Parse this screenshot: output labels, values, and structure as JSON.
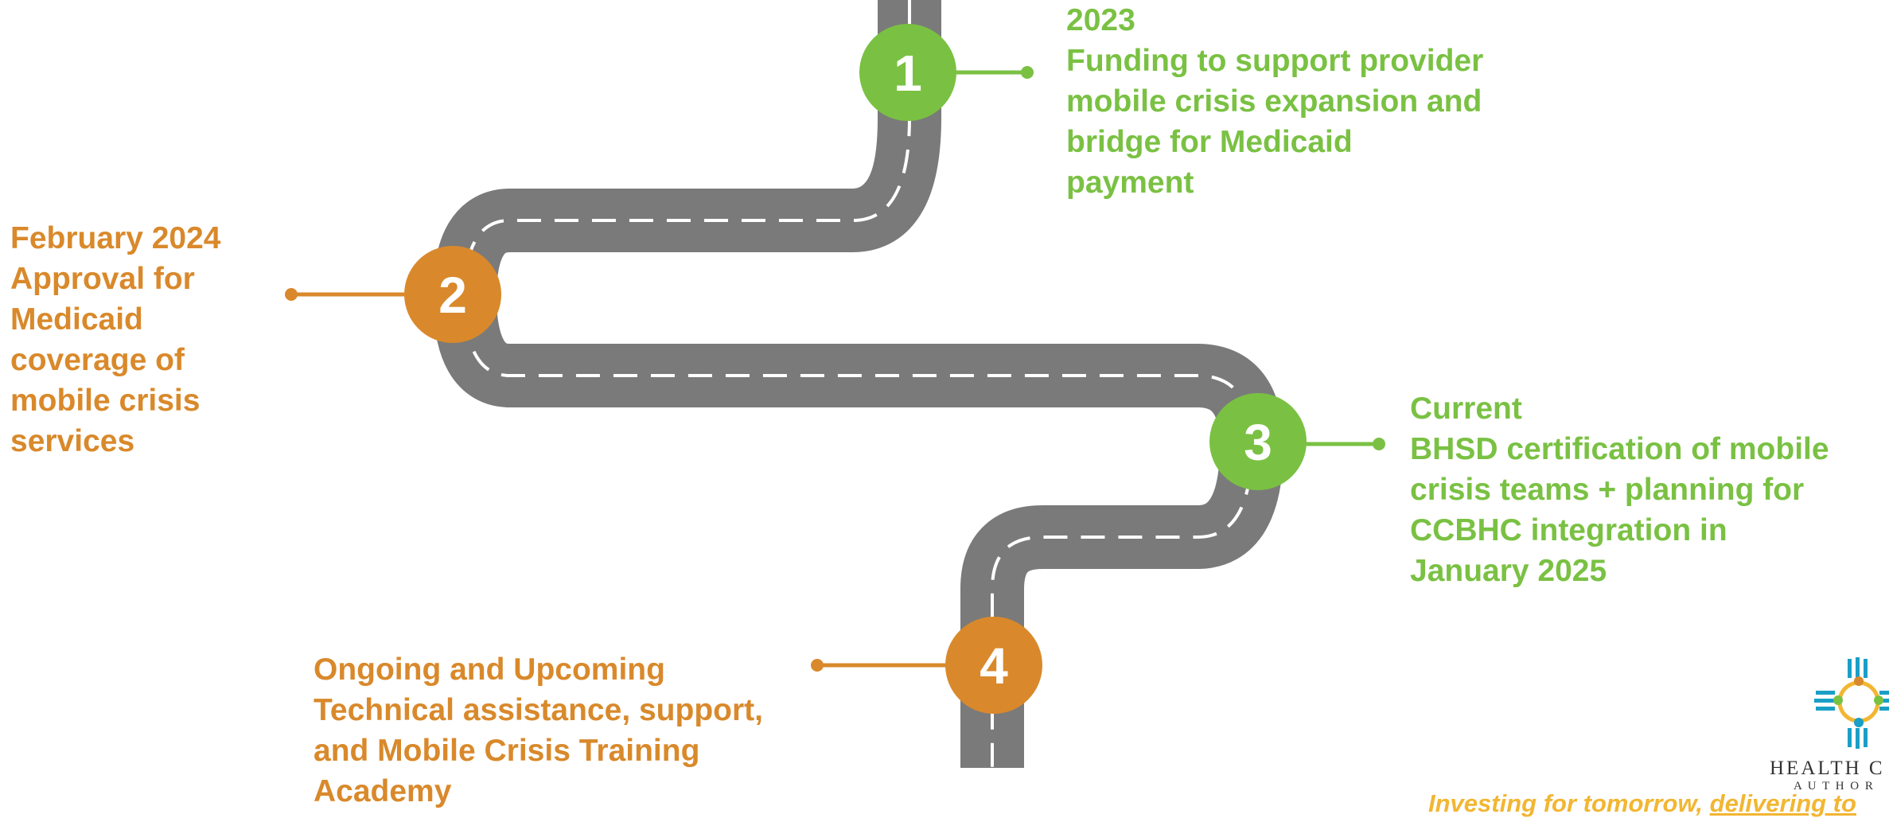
{
  "milestones": [
    {
      "number": "1",
      "color": "#7ac143",
      "lines": [
        "2023",
        "Funding to support provider",
        "mobile crisis expansion and",
        "bridge for Medicaid",
        "payment"
      ]
    },
    {
      "number": "2",
      "color": "#d9892b",
      "lines": [
        "February 2024",
        "Approval for",
        "Medicaid",
        "coverage of",
        "mobile crisis",
        "services"
      ]
    },
    {
      "number": "3",
      "color": "#7ac143",
      "lines": [
        "Current",
        "BHSD certification of mobile",
        "crisis teams + planning for",
        "CCBHC integration in",
        "January 2025"
      ]
    },
    {
      "number": "4",
      "color": "#d9892b",
      "lines": [
        "Ongoing and Upcoming",
        "Technical assistance, support,",
        "and Mobile Crisis Training",
        "Academy"
      ]
    }
  ],
  "logo": {
    "icon": "zia-sun-people-icon",
    "name_line1": "HEALTH C",
    "name_line2": "A U T H O R"
  },
  "tagline": {
    "part1": "Investing for tomorrow, ",
    "part2": "delivering to"
  },
  "colors": {
    "road": "#7a7a7a",
    "green": "#7ac143",
    "orange": "#d9892b",
    "tagline": "#f2b632",
    "logo_teal": "#1a9fc6"
  }
}
